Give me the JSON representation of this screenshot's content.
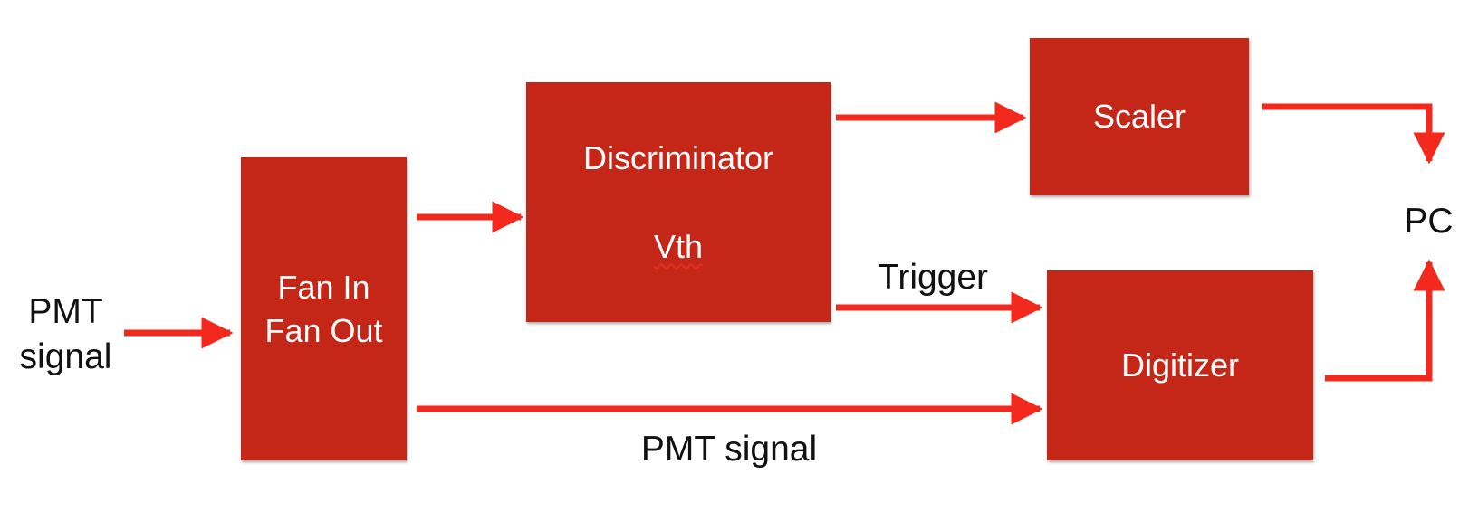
{
  "input": {
    "line1": "PMT",
    "line2": "signal"
  },
  "boxes": {
    "fan": {
      "line1": "Fan In",
      "line2": "Fan Out"
    },
    "discriminator": {
      "title": "Discriminator",
      "sub": "Vth"
    },
    "scaler": {
      "label": "Scaler"
    },
    "digitizer": {
      "label": "Digitizer"
    }
  },
  "labels": {
    "trigger": "Trigger",
    "pmt_signal": "PMT signal",
    "pc": "PC"
  },
  "colors": {
    "box": "#c42718",
    "arrow": "#f2291c",
    "text": "#111111"
  }
}
